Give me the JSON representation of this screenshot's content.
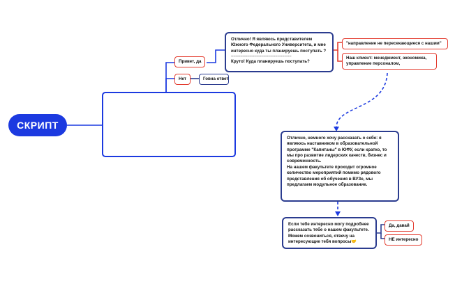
{
  "colors": {
    "primary": "#1c3ae0",
    "card_border": "#2b3c8f",
    "option_border": "#e33b2e",
    "connector": "#1c3ae0"
  },
  "root": {
    "label": "СКРИПТ"
  },
  "branches": {
    "yes": {
      "label": "Привет, да"
    },
    "no": {
      "label": "Нет",
      "reply": "Говна ответ"
    }
  },
  "intro_card": {
    "text": "Отлично! Я являюсь представителем Южного Федерального Университета, и мне интересно куда ты планируешь поступать ?",
    "divider": "----------------------------------------------------",
    "question": "Круто! Куда планируешь поступать?"
  },
  "answers": {
    "not_matching": "\"направление не пересекающиеся с нашим\"",
    "our_client": "Наш клиент: менеджмент, экономика, управление персоналом,"
  },
  "pitch_card": {
    "p1": "Отлично, немного хочу рассказать о себе: я являюсь наставником в образовательной программе \"Капитаны\" в ЮФУ, если кратко, то мы про развитие лидерских качеств, бизнес и современность.",
    "p2": "На нашем факультете проходит огромное количество мероприятий помимо рядового представления об обучения в ВУЗе, мы предлагаем модульное образование."
  },
  "call_card": {
    "text": "Если тебе интересно могу подробнее рассказать тебе о нашем факультете. Можем созвониться, отвечу на интересующие тебя вопросы🤝"
  },
  "final_options": {
    "yes": "Да, давай",
    "no": "НЕ интересно"
  }
}
